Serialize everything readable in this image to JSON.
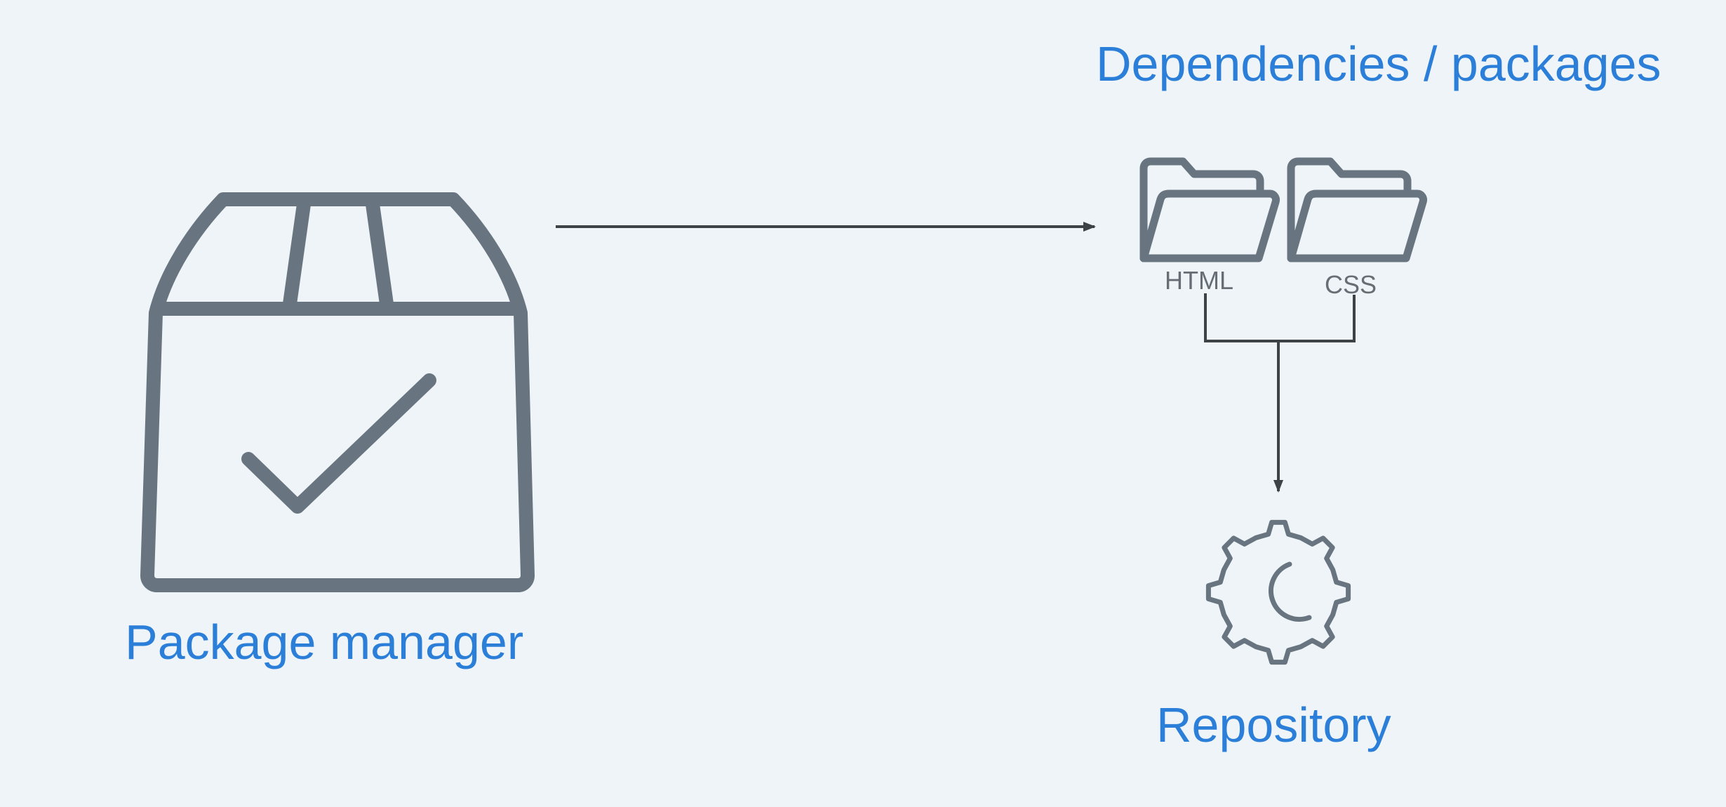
{
  "diagram": {
    "title": "Dependencies / packages",
    "nodes": {
      "package_manager": {
        "label": "Package manager",
        "icon": "package-box-check-icon"
      },
      "dependencies": {
        "label": "Dependencies / packages"
      },
      "folder_html": {
        "label": "HTML",
        "icon": "folder-icon"
      },
      "folder_css": {
        "label": "CSS",
        "icon": "folder-icon"
      },
      "repository": {
        "label": "Repository",
        "icon": "gear-icon"
      }
    },
    "edges": [
      {
        "from": "package_manager",
        "to": "dependencies"
      },
      {
        "from": "dependencies",
        "to": "repository"
      }
    ]
  },
  "colors": {
    "background": "#eef4f7",
    "label": "#2c7fd8",
    "icon_stroke": "#68747f",
    "arrow": "#3d4246"
  }
}
